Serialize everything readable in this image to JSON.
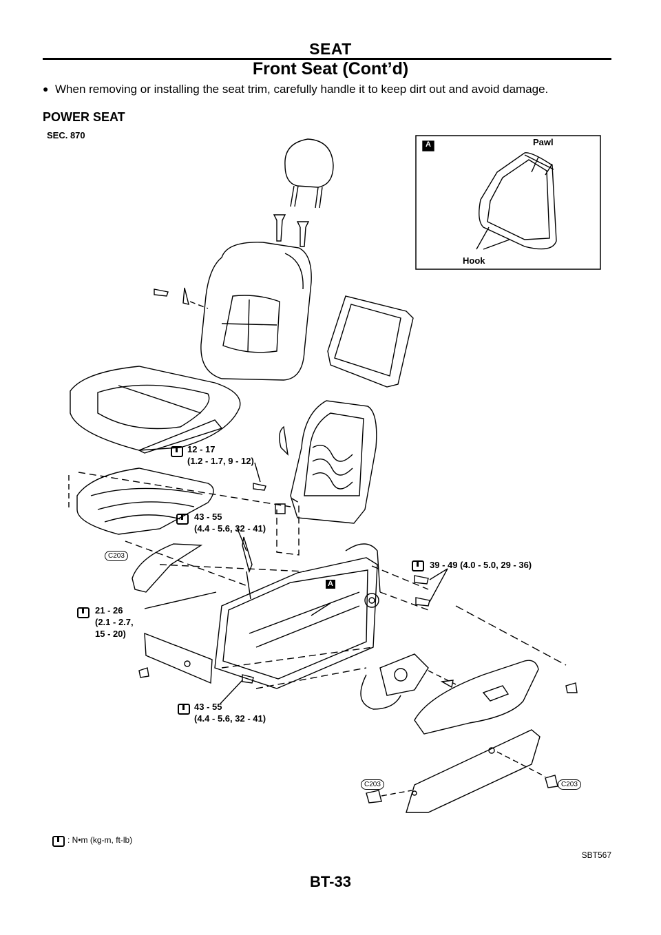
{
  "header": {
    "section": "SEAT",
    "subtitle": "Front Seat (Cont’d)"
  },
  "note": {
    "bullet": "●",
    "text": "When removing or installing the seat trim, carefully handle it to keep dirt out and avoid damage."
  },
  "section_heading": "POWER SEAT",
  "figure": {
    "sec_label": "SEC. 870",
    "inset": {
      "marker": "A",
      "pawl_label": "Pawl",
      "hook_label": "Hook"
    },
    "marker_a": "A",
    "clip_label": "C203",
    "torques": {
      "t1_line1": "12 - 17",
      "t1_line2": "(1.2 - 1.7, 9 - 12)",
      "t2_line1": "43 - 55",
      "t2_line2": "(4.4 - 5.6, 32 - 41)",
      "t3": "39 - 49 (4.0 - 5.0, 29 - 36)",
      "t4_line1": "21 - 26",
      "t4_line2": "(2.1 - 2.7,",
      "t4_line3": "15 - 20)",
      "t5_line1": "43 - 55",
      "t5_line2": "(4.4 - 5.6, 32 - 41)"
    },
    "legend": ": N•m (kg-m, ft-lb)",
    "code": "SBT567"
  },
  "page_number": "BT-33"
}
